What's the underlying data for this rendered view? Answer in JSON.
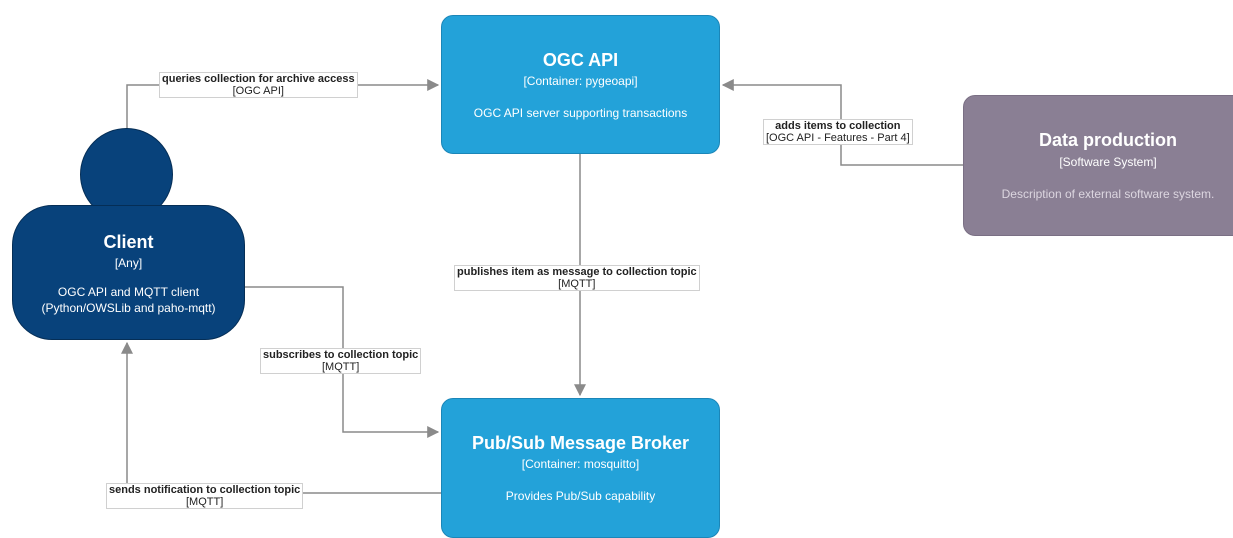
{
  "colors": {
    "container": "#23a2d9",
    "person": "#08427b",
    "external_system": "#8a7f94",
    "edge": "#8a8a8a"
  },
  "nodes": {
    "ogc_api": {
      "title": "OGC API",
      "subtitle": "[Container: pygeoapi]",
      "description": "OGC API server supporting transactions"
    },
    "broker": {
      "title": "Pub/Sub Message Broker",
      "subtitle": "[Container: mosquitto]",
      "description": "Provides Pub/Sub capability"
    },
    "data_production": {
      "title": "Data production",
      "subtitle": "[Software System]",
      "description": "Description of external software system."
    },
    "client": {
      "title": "Client",
      "subtitle": "[Any]",
      "description_line1": "OGC API and MQTT client",
      "description_line2": "(Python/OWSLib and paho-mqtt)"
    }
  },
  "edges": [
    {
      "id": "client-to-ogc",
      "label": "queries collection for archive access",
      "technology": "[OGC API]"
    },
    {
      "id": "data-to-ogc",
      "label": "adds items to collection",
      "technology": "[OGC API - Features - Part 4]"
    },
    {
      "id": "ogc-to-broker",
      "label": "publishes item as message to collection topic",
      "technology": "[MQTT]"
    },
    {
      "id": "client-to-broker",
      "label": "subscribes to collection topic",
      "technology": "[MQTT]"
    },
    {
      "id": "broker-to-client",
      "label": "sends notification to collection topic",
      "technology": "[MQTT]"
    }
  ]
}
